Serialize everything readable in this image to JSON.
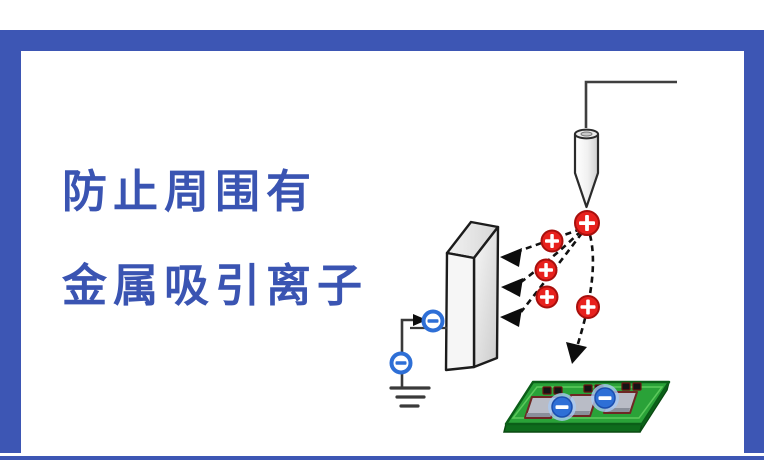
{
  "card": {
    "caption": {
      "line1": "防止周围有",
      "line2": "金属吸引离子"
    }
  },
  "colors": {
    "brand_blue": "#3d56b4",
    "caption_text_blue": "#3a54b2",
    "positive_ion_red": "#e8211d",
    "negative_ion_blue": "#2e6fd6",
    "pcb_green": "#2aa238",
    "metal_plate_gray": "#e9e9e9",
    "line_black": "#1c1c1c"
  },
  "diagram": {
    "positive_ion_symbol": "+",
    "negative_ion_symbol": "−",
    "positive_ion_count": 5,
    "negative_ion_count": 4,
    "icons": [
      "ionizer-emitter-nozzle-icon",
      "positive-ion-icon",
      "negative-ion-icon",
      "metal-plate-icon",
      "attraction-arrow-icon",
      "ground-symbol-icon",
      "pcb-board-icon"
    ]
  }
}
